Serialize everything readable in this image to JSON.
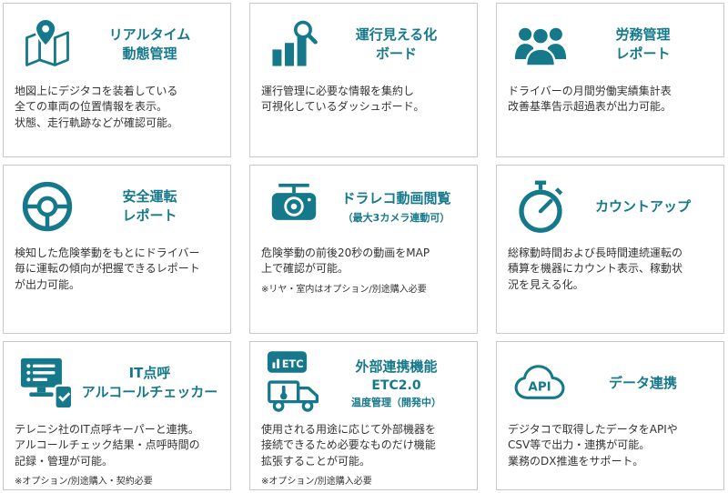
{
  "accent_color": "#15798b",
  "cards": [
    {
      "title": "リアルタイム\n動態管理",
      "description": "地図上にデジタコを装着している\n全ての車両の位置情報を表示。\n状態、走行軌跡などが確認可能。"
    },
    {
      "title": "運行見える化\nボード",
      "description": "運行管理に必要な情報を集約し\n可視化しているダッシュボード。"
    },
    {
      "title": "労務管理\nレポート",
      "description": "ドライバーの月間労働実績集計表\n改善基準告示超過表が出力可能。"
    },
    {
      "title": "安全運転\nレポート",
      "description": "検知した危険挙動をもとにドライバー\n毎に運転の傾向が把握できるレポート\nが出力可能。"
    },
    {
      "title": "ドラレコ動画閲覧",
      "subtitle": "（最大3カメラ連動可）",
      "description": "危険挙動の前後20秒の動画をMAP\n上で確認が可能。",
      "note": "※リヤ・室内はオプション/別途購入必要"
    },
    {
      "title": "カウントアップ",
      "description": "総稼動時間および長時間連続運転の\n積算を機器にカウント表示、稼動状\n況を見える化。"
    },
    {
      "title": "IT点呼\nアルコールチェッカー",
      "description": "テレニシ社のIT点呼キーパーと連携。\nアルコールチェック結果・点呼時間の\n記録・管理が可能。",
      "note": "※オプション/別途購入・契約必要"
    },
    {
      "title": "外部連携機能",
      "subtitle_main": "ETC2.0",
      "subtitle_sub": "温度管理（開発中）",
      "badge_label": "ETC",
      "description": "使用される用途に応じて外部機器を\n接続できるため必要なものだけ機能\n拡張することが可能。",
      "note": "※オプション/別途購入必要"
    },
    {
      "title": "データ連携",
      "cloud_label": "API",
      "description": "デジタコで取得したデータをAPIや\nCSV等で出力・連携が可能。\n業務のDX推進をサポート。"
    }
  ]
}
